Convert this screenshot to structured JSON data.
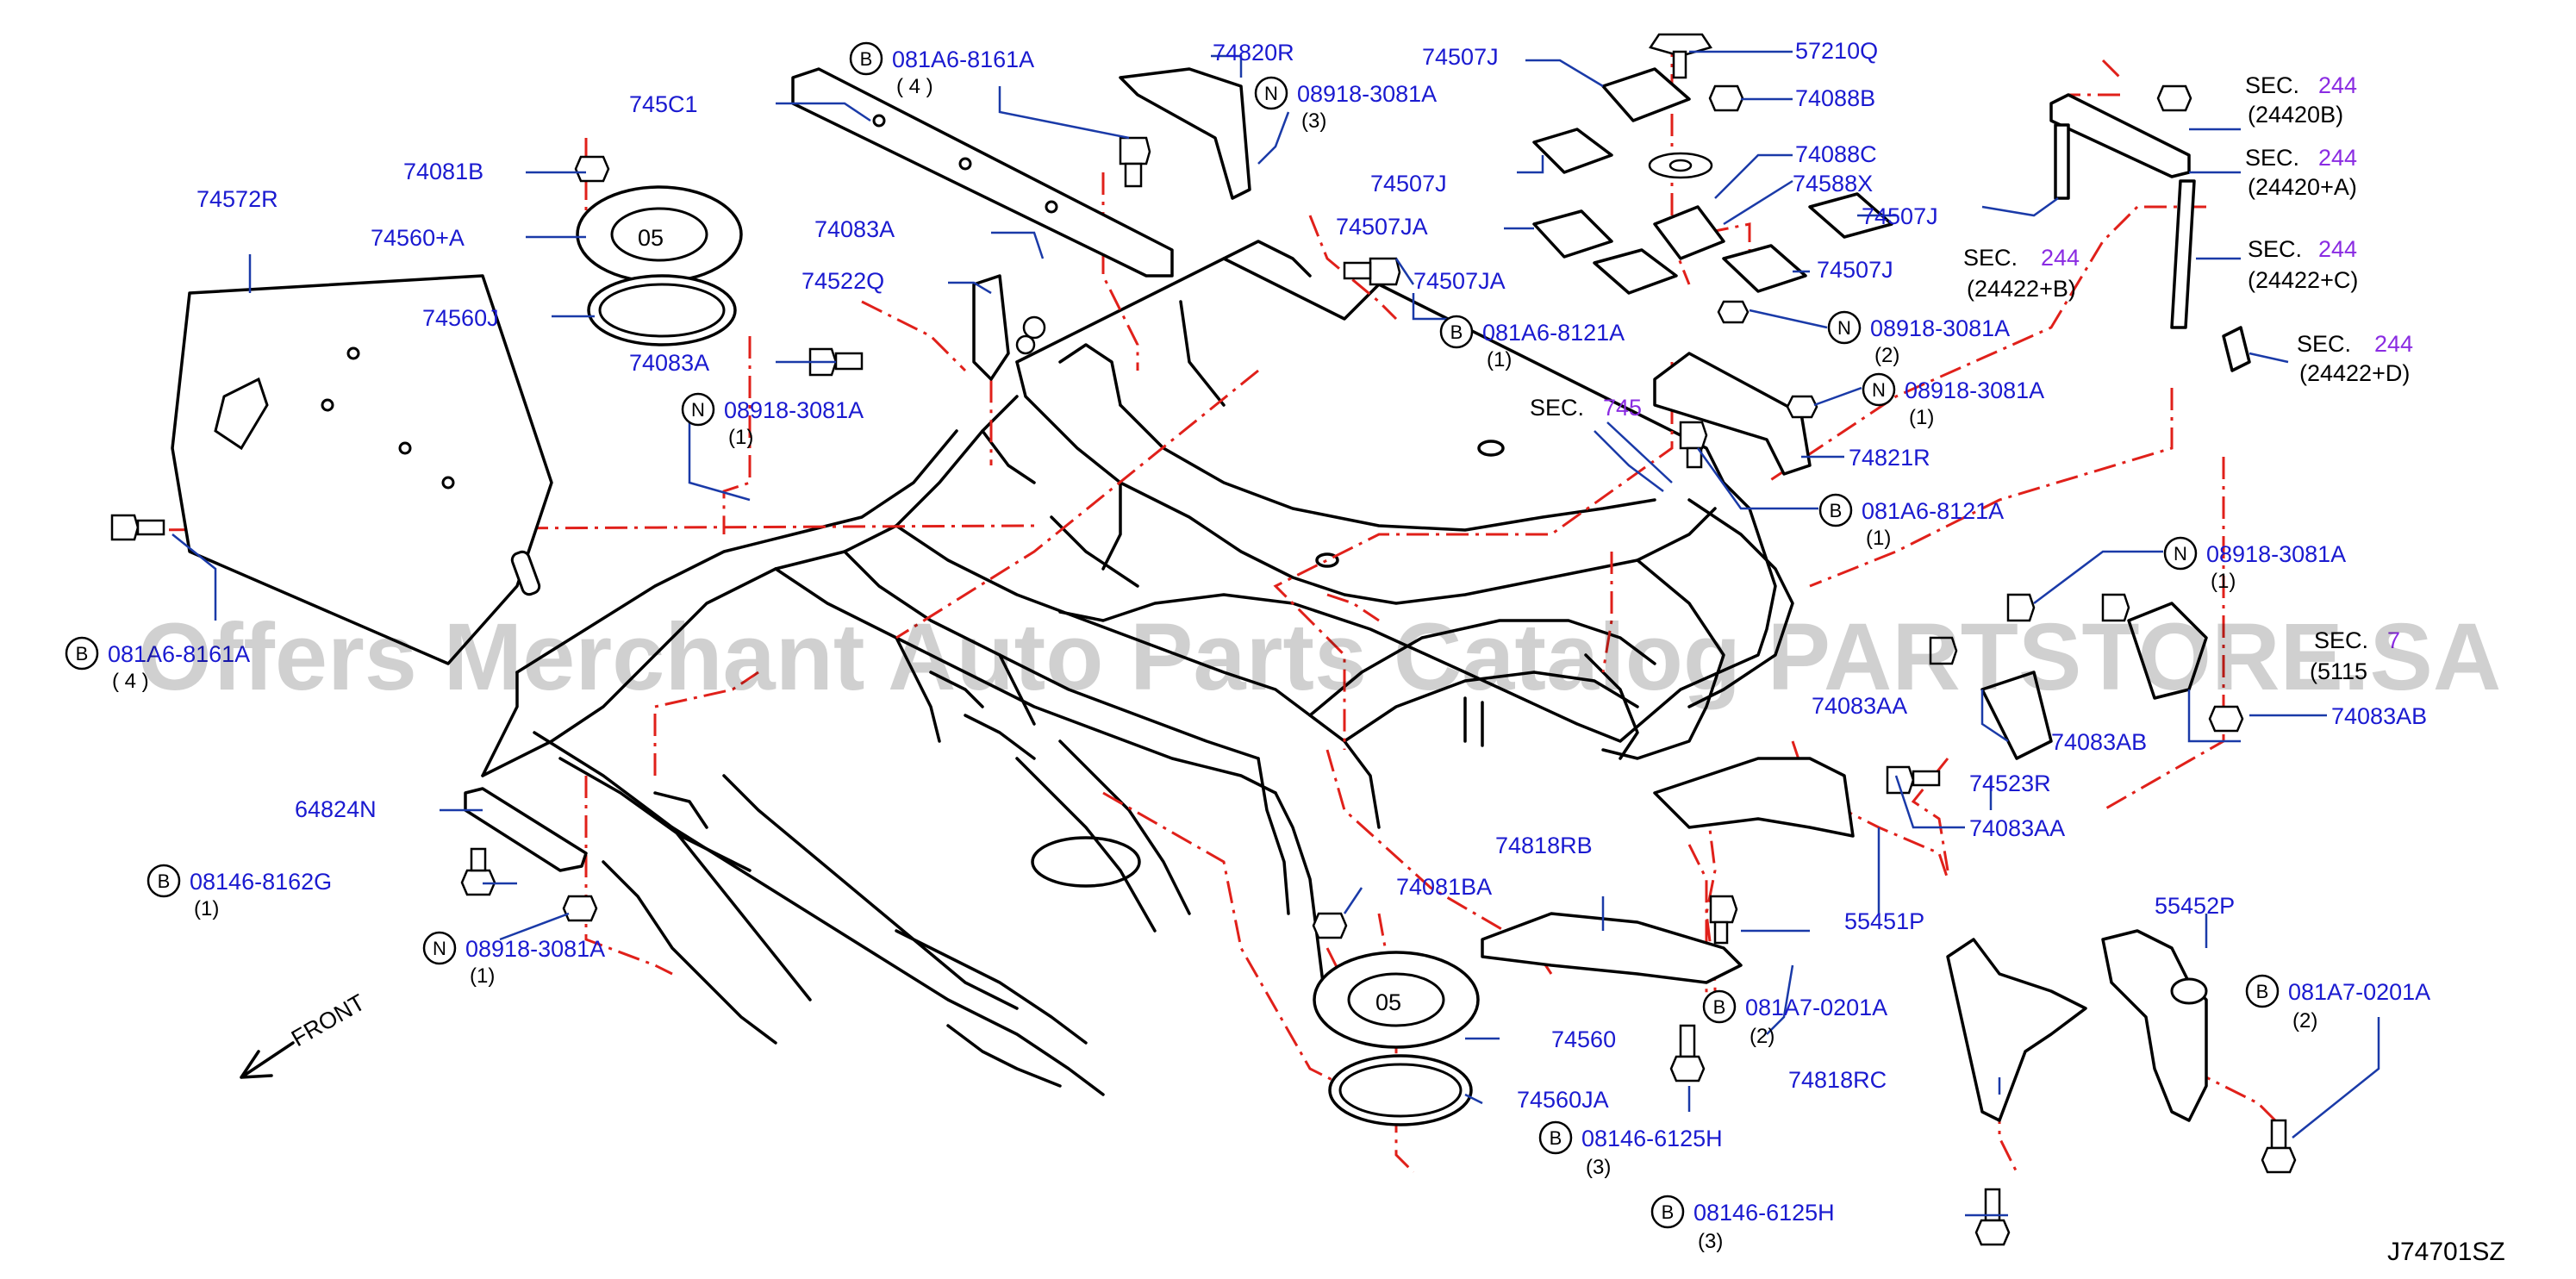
{
  "diagram_code": "J74701SZ",
  "watermark": "Offers Merchant Auto Parts Catalog PARTSTORE.SA",
  "front_label": "FRONT",
  "parts": {
    "p74572R": "74572R",
    "p74081B": "74081B",
    "p74560A": "74560+A",
    "p74560J": "74560J",
    "p74083A_left": "74083A",
    "p745C1": "745C1",
    "p74083A_mid": "74083A",
    "p74522Q": "74522Q",
    "p74820R": "74820R",
    "p74507J_top": "74507J",
    "p74507J_mid": "74507J",
    "p74507JA_1": "74507JA",
    "p74507JA_2": "74507JA",
    "p57210Q": "57210Q",
    "p74088B": "74088B",
    "p74088C": "74088C",
    "p74588X": "74588X",
    "p74507J_r1": "74507J",
    "p74507J_r2": "74507J",
    "p74821R": "74821R",
    "p64824N": "64824N",
    "p74083AA_1": "74083AA",
    "p74083AB_1": "74083AB",
    "p74083AB_2": "74083AB",
    "p74523R": "74523R",
    "p74083AA_2": "74083AA",
    "p55451P": "55451P",
    "p74818RB": "74818RB",
    "p74081BA": "74081BA",
    "p74560": "74560",
    "p74560JA": "74560JA",
    "p74818RC": "74818RC",
    "p55452P": "55452P"
  },
  "fasteners": {
    "f1": {
      "prefix": "B",
      "code": "081A6-8161A",
      "qty": "( 4 )"
    },
    "f2": {
      "prefix": "N",
      "code": "08918-3081A",
      "qty": "(3)"
    },
    "f3": {
      "prefix": "N",
      "code": "08918-3081A",
      "qty": "(1)"
    },
    "f4": {
      "prefix": "B",
      "code": "081A6-8121A",
      "qty": "(1)"
    },
    "f5": {
      "prefix": "N",
      "code": "08918-3081A",
      "qty": "(2)"
    },
    "f6": {
      "prefix": "N",
      "code": "08918-3081A",
      "qty": "(1)"
    },
    "f7": {
      "prefix": "B",
      "code": "081A6-8121A",
      "qty": "(1)"
    },
    "f8": {
      "prefix": "N",
      "code": "08918-3081A",
      "qty": "(1)"
    },
    "f9": {
      "prefix": "B",
      "code": "081A6-8161A",
      "qty": "( 4 )"
    },
    "f10": {
      "prefix": "B",
      "code": "08146-8162G",
      "qty": "(1)"
    },
    "f11": {
      "prefix": "N",
      "code": "08918-3081A",
      "qty": "(1)"
    },
    "f12": {
      "prefix": "B",
      "code": "081A7-0201A",
      "qty": "(2)"
    },
    "f13": {
      "prefix": "B",
      "code": "08146-6125H",
      "qty": "(3)"
    },
    "f14": {
      "prefix": "B",
      "code": "08146-6125H",
      "qty": "(3)"
    },
    "f15": {
      "prefix": "B",
      "code": "081A7-0201A",
      "qty": "(2)"
    }
  },
  "sections": {
    "s1": {
      "label": "SEC.",
      "num": "244",
      "ref": "(24420B)"
    },
    "s2": {
      "label": "SEC.",
      "num": "244",
      "ref": "(24420+A)"
    },
    "s3": {
      "label": "SEC.",
      "num": "244",
      "ref": "(24422+B)"
    },
    "s4": {
      "label": "SEC.",
      "num": "244",
      "ref": "(24422+C)"
    },
    "s5": {
      "label": "SEC.",
      "num": "244",
      "ref": "(24422+D)"
    },
    "s6": {
      "label": "SEC.",
      "num": "745",
      "ref": ""
    },
    "s7": {
      "label": "SEC.",
      "num": "7",
      "ref": "(5115"
    }
  },
  "colors": {
    "label": "#1a1ad0",
    "leader": "#1a3aa8",
    "dash": "#e0201a",
    "section_number": "#8a2be2"
  }
}
